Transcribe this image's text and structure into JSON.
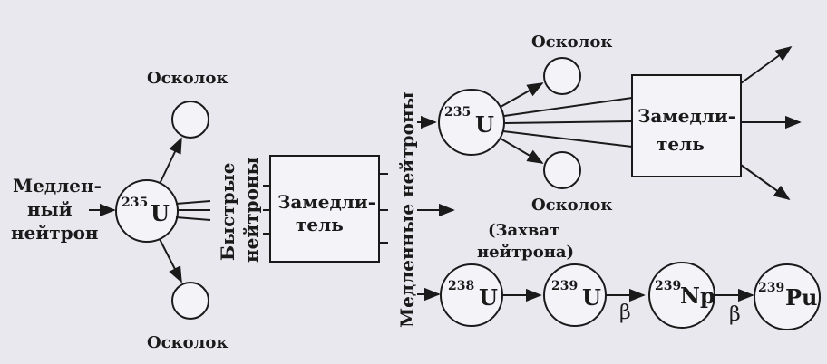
{
  "labels": {
    "slow_neutron_line1": "Медлен-",
    "slow_neutron_line2": "ный",
    "slow_neutron_line3": "нейтрон",
    "fragment": "Осколок",
    "fast_neutrons_line1": "Быстрые",
    "fast_neutrons_line2": "нейтроны",
    "moderator_line1": "Замедли-",
    "moderator_line2": "тель",
    "slow_neutrons": "Медленные нейтроны",
    "capture_line1": "(Захват",
    "capture_line2": "нейтрона)",
    "beta": "β"
  },
  "nuclei": {
    "u235_a": {
      "mass": "235",
      "symbol": "U"
    },
    "u235_b": {
      "mass": "235",
      "symbol": "U"
    },
    "u238": {
      "mass": "238",
      "symbol": "U"
    },
    "u239": {
      "mass": "239",
      "symbol": "U"
    },
    "np239": {
      "mass": "239",
      "symbol": "Np"
    },
    "pu239": {
      "mass": "239",
      "symbol": "Pu"
    }
  }
}
